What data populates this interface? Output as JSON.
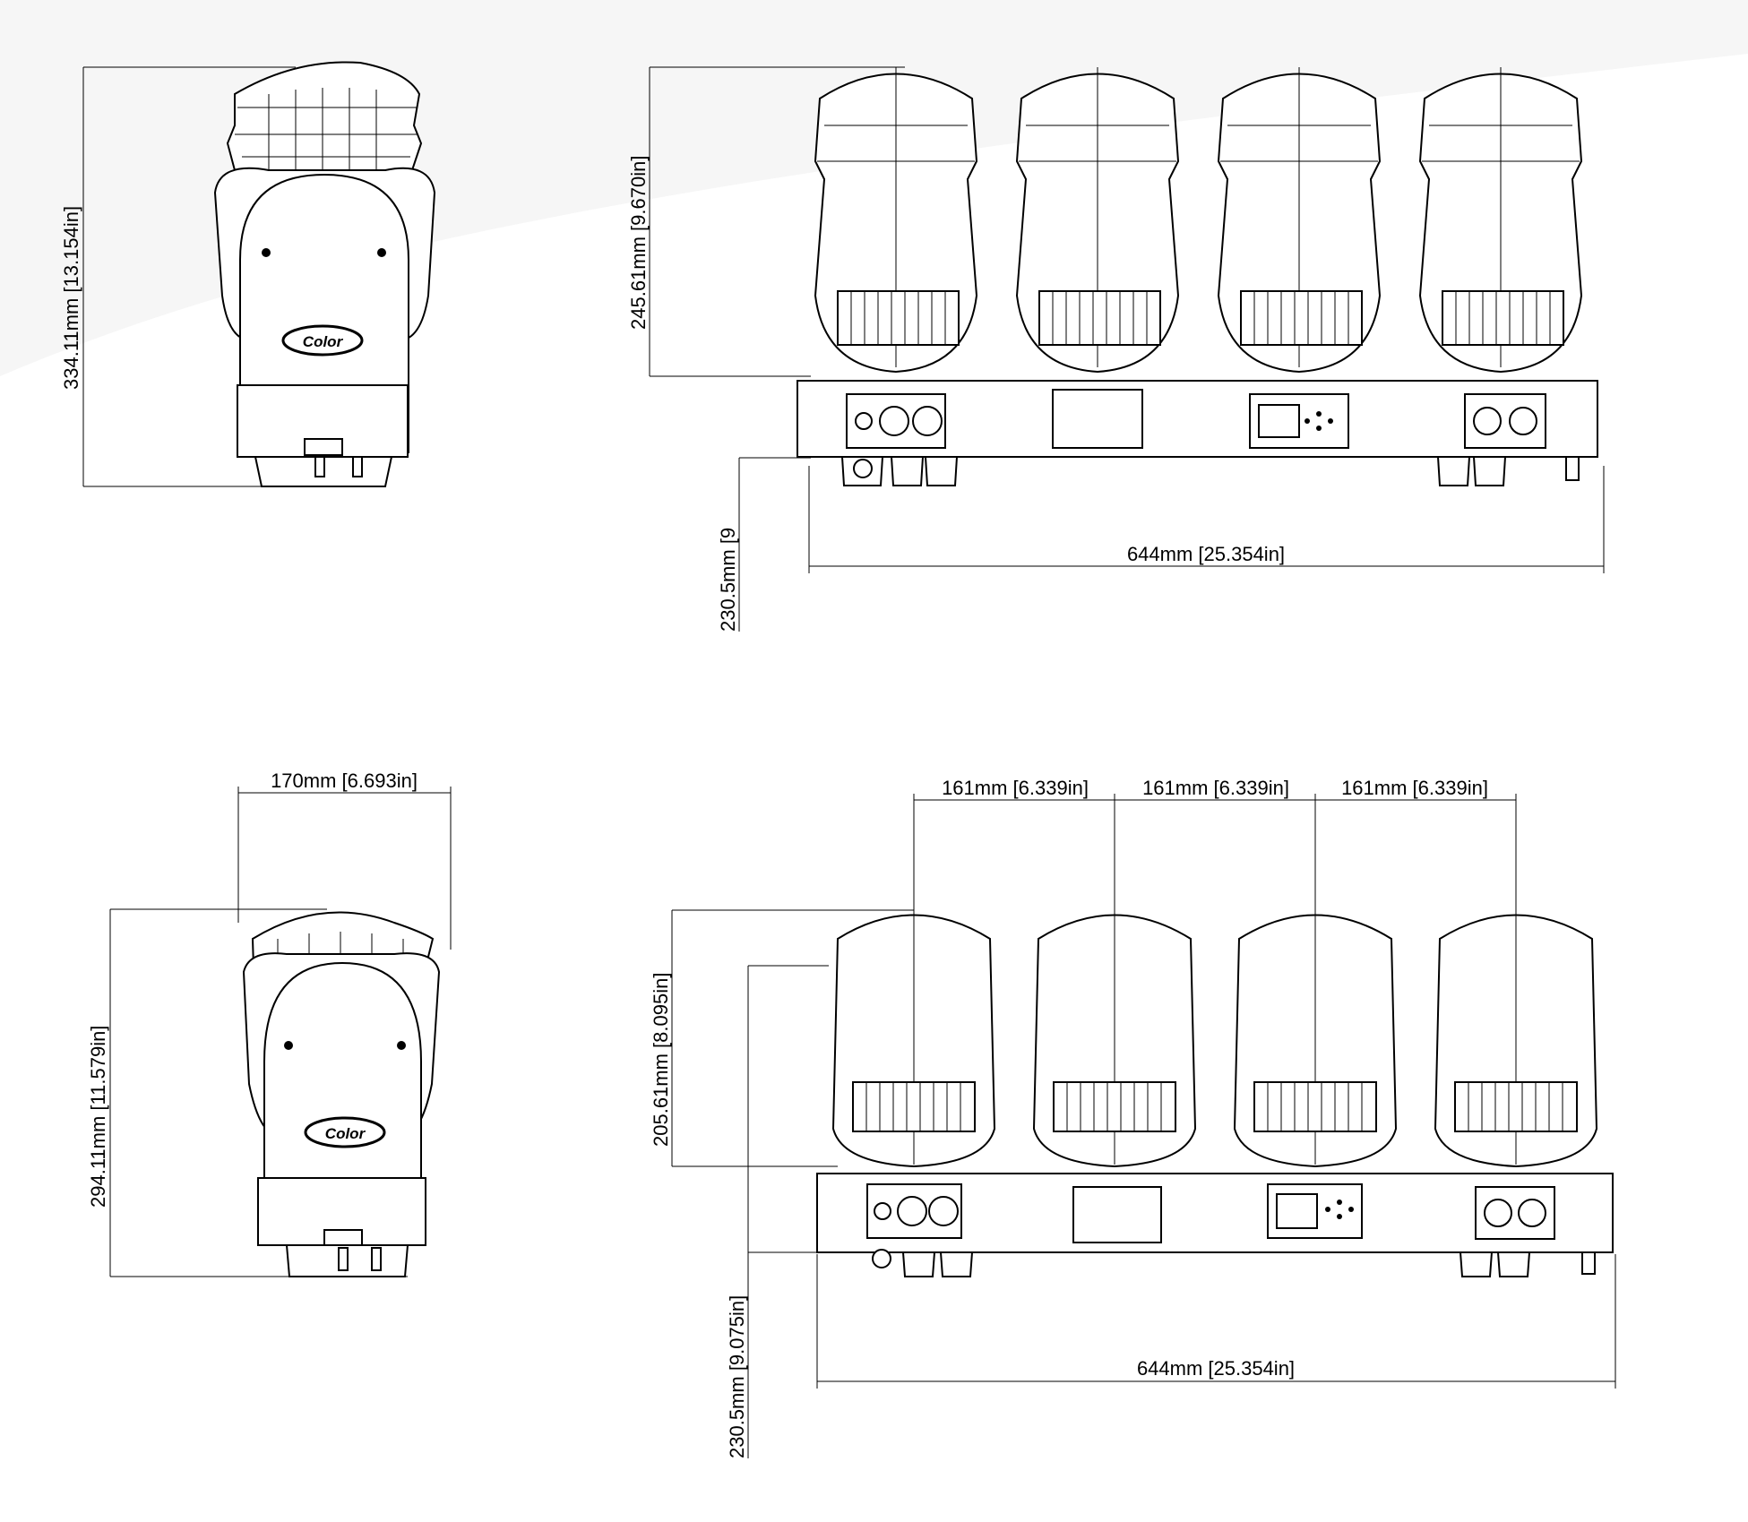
{
  "dimensions": {
    "front_tilted_height": "334.11mm [13.154in]",
    "array_tilted_height": "245.61mm [9.670in]",
    "base_height_cut": "230.5mm [9",
    "array_width_top": "644mm [25.354in]",
    "side_width": "170mm [6.693in]",
    "front_height": "294.11mm [11.579in]",
    "spacing_1": "161mm [6.339in]",
    "spacing_2": "161mm [6.339in]",
    "spacing_3": "161mm [6.339in]",
    "array_height": "205.61mm [8.095in]",
    "base_height": "230.5mm [9.075in]",
    "array_width_bottom": "644mm [25.354in]"
  },
  "logo_text": "Color",
  "colors": {
    "line": "#000000",
    "background": "#ffffff",
    "panel": "#1a1a1a"
  },
  "views": [
    "front-view-tilted",
    "array-view-tilted",
    "front-view",
    "array-view"
  ]
}
